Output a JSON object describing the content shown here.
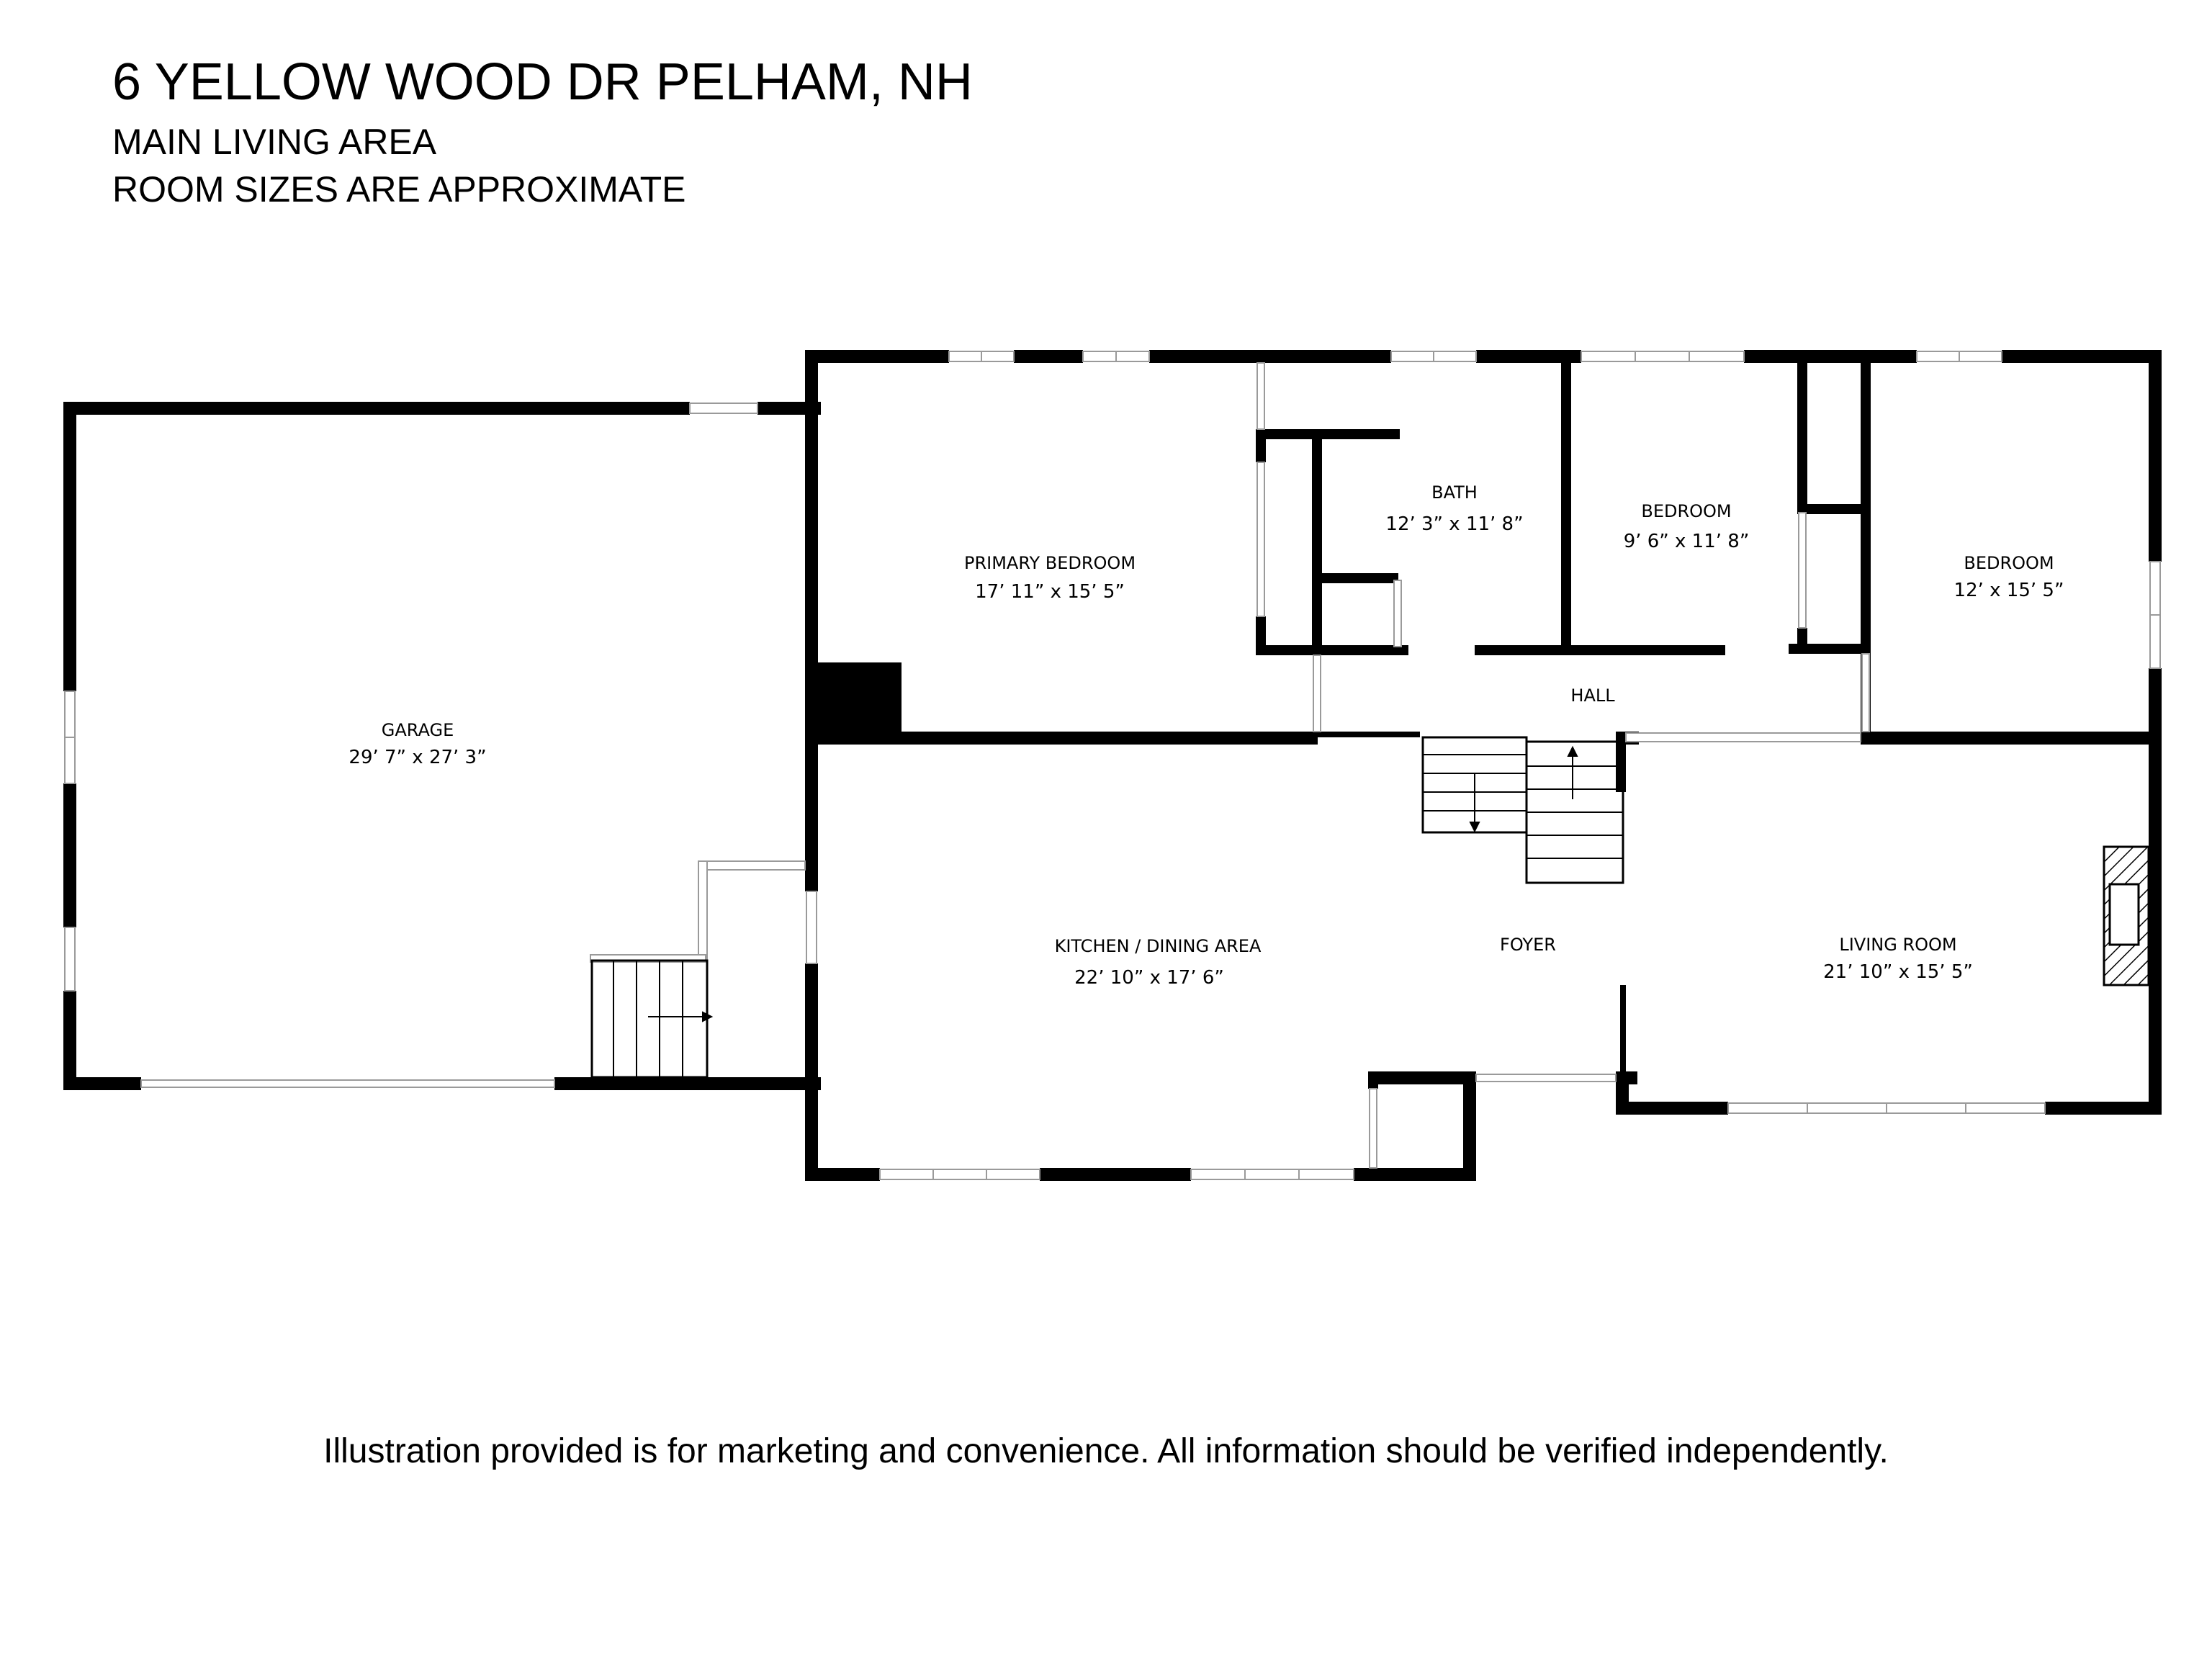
{
  "header": {
    "title": "6 YELLOW WOOD DR PELHAM, NH",
    "subtitle_1": "MAIN LIVING AREA",
    "subtitle_2": "ROOM SIZES ARE APPROXIMATE"
  },
  "rooms": {
    "garage": {
      "name": "GARAGE",
      "size": "29’ 7” x 27’ 3”"
    },
    "primary_bedroom": {
      "name": "PRIMARY BEDROOM",
      "size": "17’ 11” x 15’ 5”"
    },
    "bath": {
      "name": "BATH",
      "size": "12’ 3” x 11’ 8”"
    },
    "bedroom_2": {
      "name": "BEDROOM",
      "size": "9’ 6” x 11’ 8”"
    },
    "bedroom_3": {
      "name": "BEDROOM",
      "size": "12’ x 15’ 5”"
    },
    "hall": {
      "name": "HALL"
    },
    "kitchen": {
      "name": "KITCHEN / DINING AREA",
      "size": "22’ 10” x 17’ 6”"
    },
    "foyer": {
      "name": "FOYER"
    },
    "living_room": {
      "name": "LIVING ROOM",
      "size": "21’ 10” x 15’ 5”"
    }
  },
  "footer": {
    "disclaimer": "Illustration provided is for marketing and convenience. All information should be verified independently."
  },
  "colors": {
    "wall": "#000000",
    "window_frame": "#9a9a9a",
    "background": "#ffffff"
  }
}
